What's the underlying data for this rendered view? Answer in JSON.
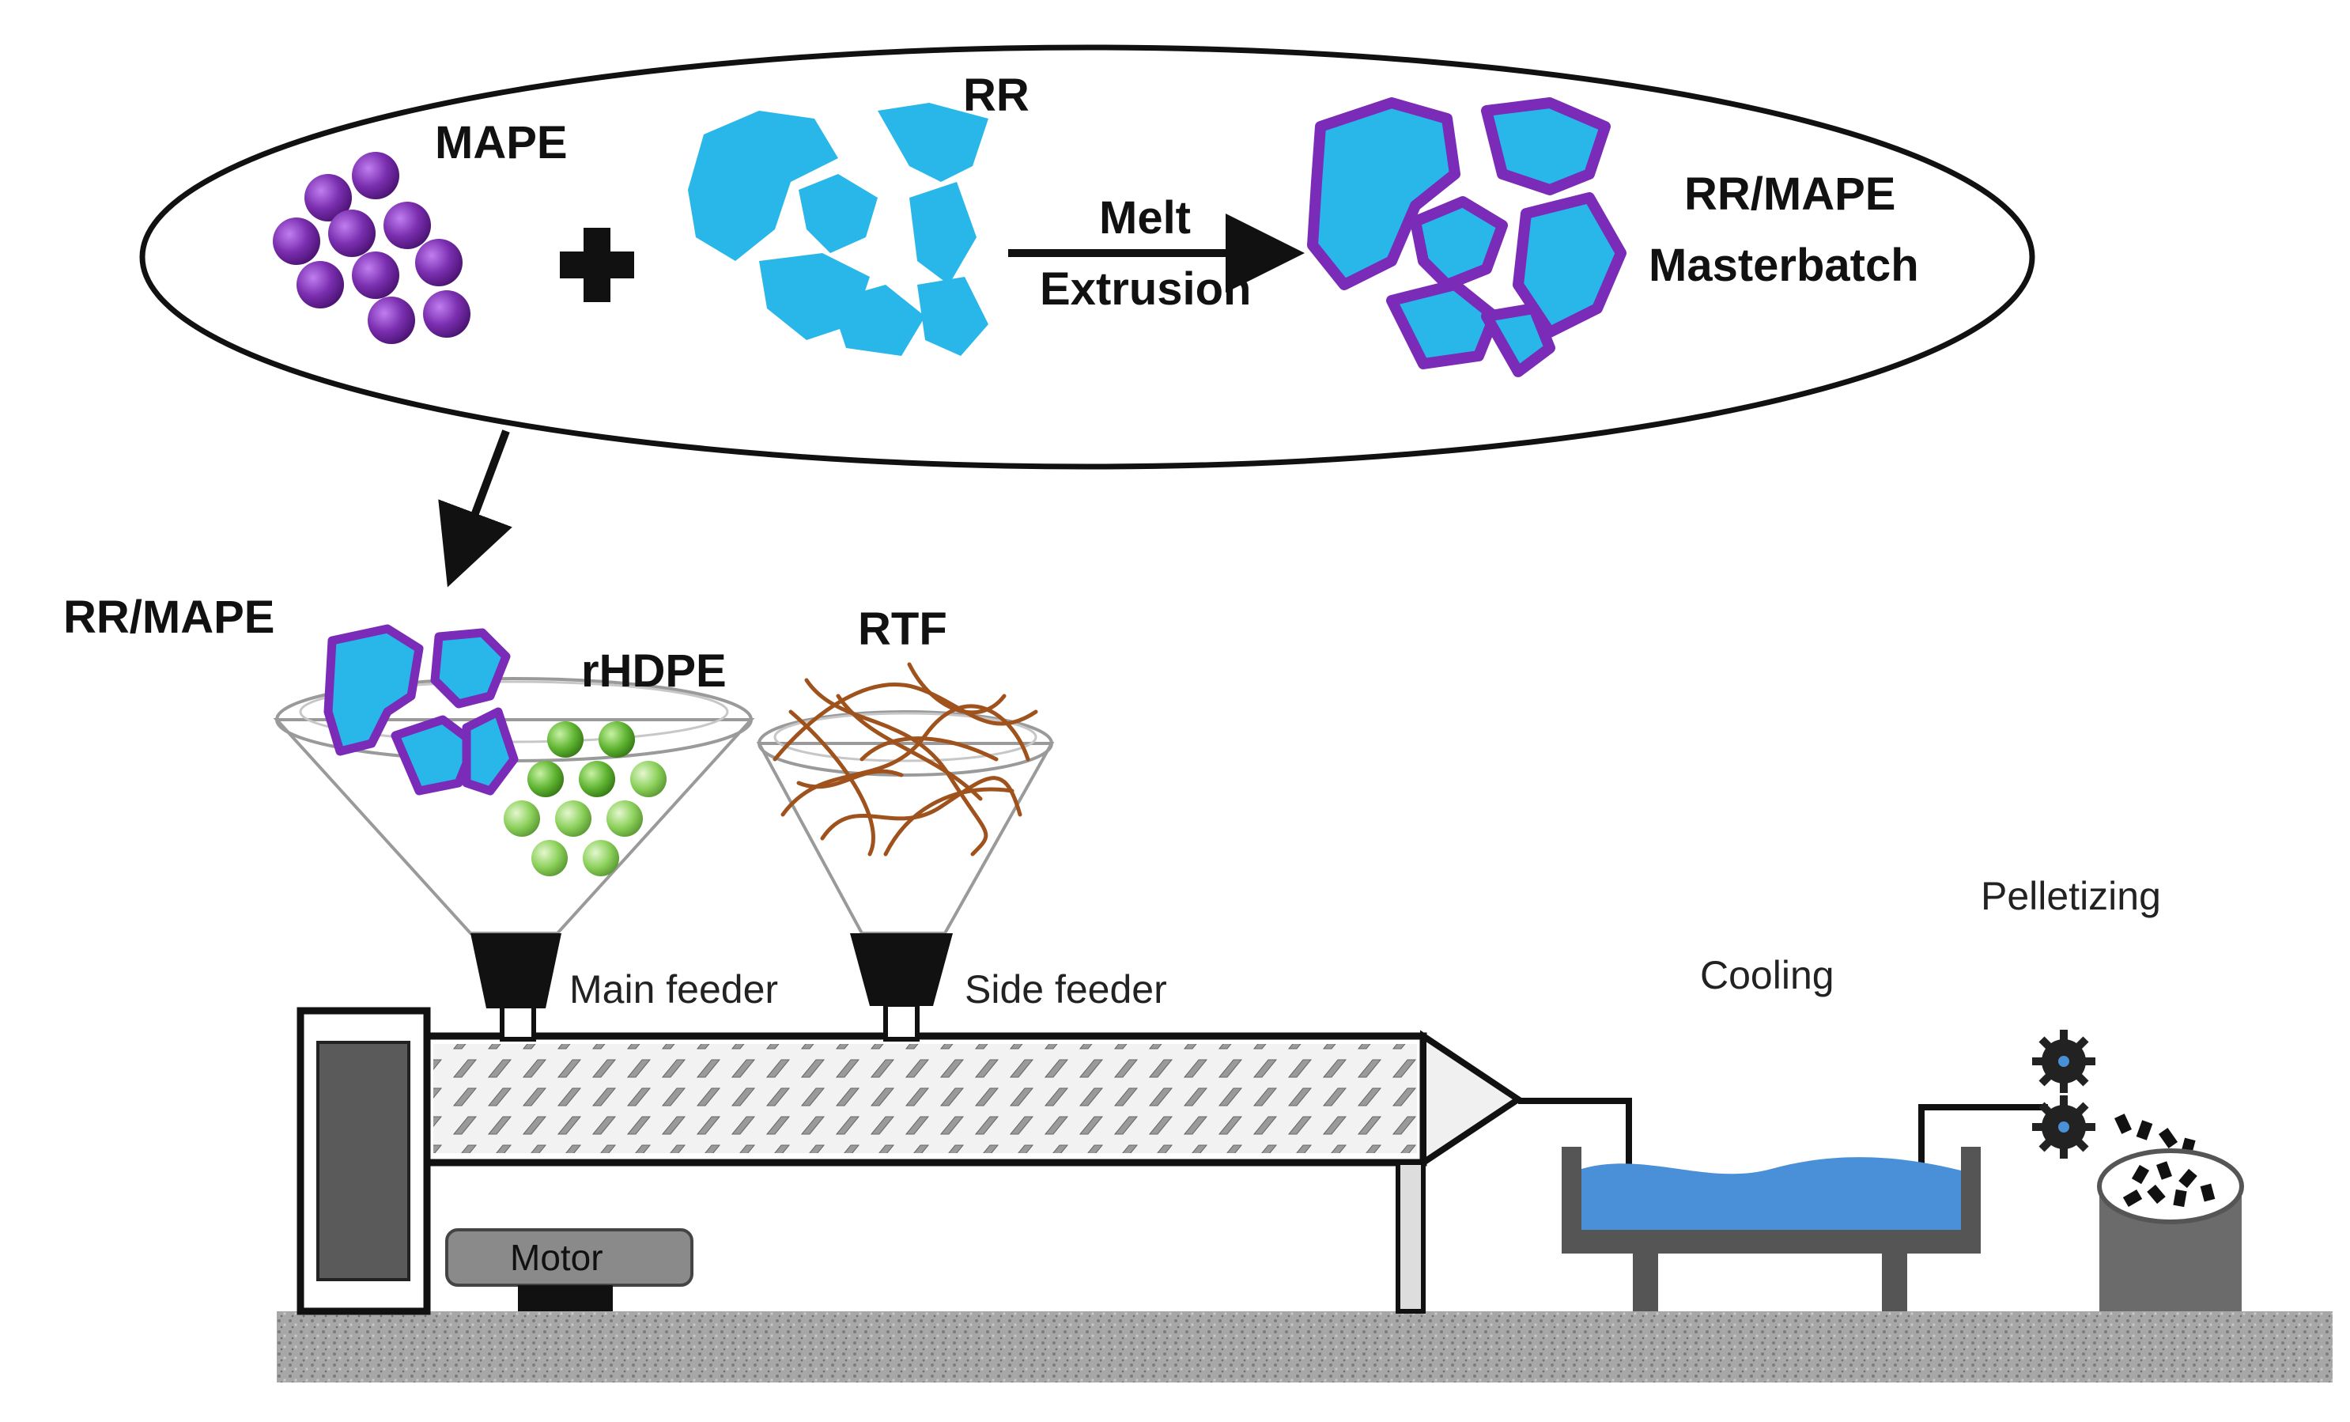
{
  "labels": {
    "mape": "MAPE",
    "rr": "RR",
    "melt": "Melt",
    "extrusion": "Extrusion",
    "masterbatch_line1": "RR/MAPE",
    "masterbatch_line2": "Masterbatch",
    "rr_mape": "RR/MAPE",
    "rhdpe": "rHDPE",
    "rtf": "RTF",
    "main_feeder": "Main feeder",
    "side_feeder": "Side feeder",
    "cooling": "Cooling",
    "pelletizing": "Pelletizing",
    "motor": "Motor"
  },
  "colors": {
    "rr_blue": "#29b6e8",
    "mape_purple": "#7b2fb0",
    "masterbatch_outline": "#7a2bb8",
    "rhdpe_green": "#8bd05a",
    "rtf_brown": "#a0521d",
    "water_blue": "#4a90d9",
    "machine_gray": "#555555",
    "floor_gray": "#9a9a9a"
  }
}
